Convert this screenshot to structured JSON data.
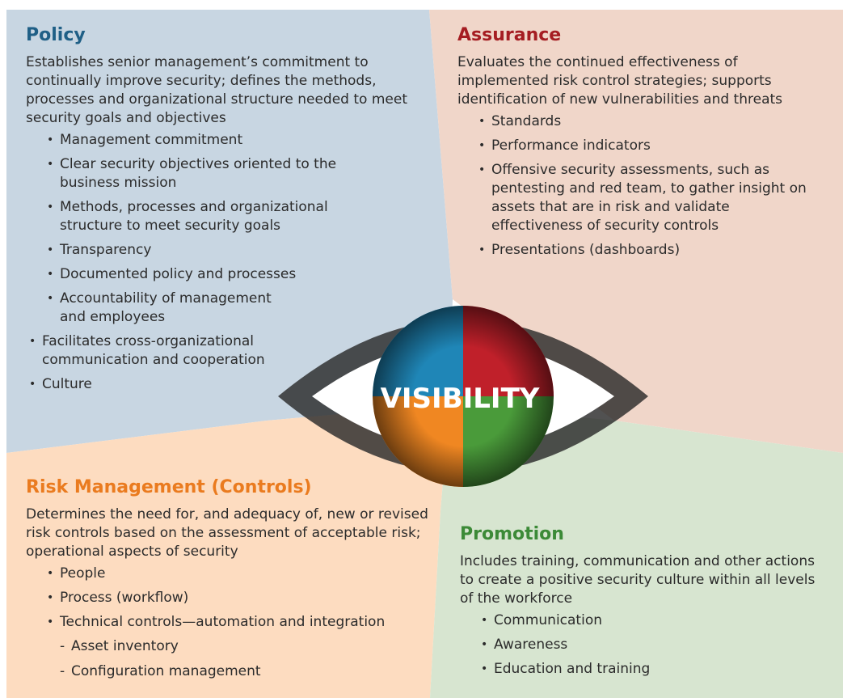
{
  "colors": {
    "policy_bg": "#c8d6e2",
    "assurance_bg": "#f0d6c9",
    "risk_bg": "#fddcc0",
    "promotion_bg": "#d7e5d0",
    "policy_accent": "#1f5f86",
    "assurance_accent": "#a51d22",
    "risk_accent": "#ea7b1f",
    "promotion_accent": "#3c8a37"
  },
  "policy": {
    "title": "Policy",
    "description": "Establishes senior management’s commitment to continually improve security; defines the methods, processes and organizational structure needed to meet security goals and objectives",
    "items": [
      "Management commitment",
      "Clear security objectives oriented to the business mission",
      "Methods, processes and organizational structure to meet security goals",
      "Transparency",
      "Documented policy and processes",
      "Accountability of management and employees"
    ],
    "top_items": [
      "Facilitates cross-organizational communication and cooperation",
      "Culture"
    ]
  },
  "assurance": {
    "title": "Assurance",
    "description": "Evaluates the continued effectiveness of implemented risk control strategies; supports identification of new vulnerabilities and threats",
    "items": [
      "Standards",
      "Performance indicators",
      "Offensive security assessments, such as pentesting and red team, to gather insight on assets that are in risk and validate effectiveness of security controls",
      "Presentations (dashboards)"
    ]
  },
  "risk": {
    "title": "Risk Management (Controls)",
    "description": "Determines the need for, and adequacy of, new or revised risk controls based on the assessment of acceptable risk; operational aspects of security",
    "items": [
      "People",
      "Process (workflow)",
      "Technical controls—automation and integration"
    ],
    "sub_items": [
      "Asset inventory",
      "Configuration management"
    ]
  },
  "promotion": {
    "title": "Promotion",
    "description": "Includes training, communication and other actions to create a positive security culture within all levels of the workforce",
    "items": [
      "Communication",
      "Awareness",
      "Education and training"
    ]
  },
  "center": {
    "label": "VISIBILITY",
    "icon": "eye-icon",
    "iris_colors": [
      "#1f86b7",
      "#c0202a",
      "#f08722",
      "#4a9b3a"
    ]
  }
}
